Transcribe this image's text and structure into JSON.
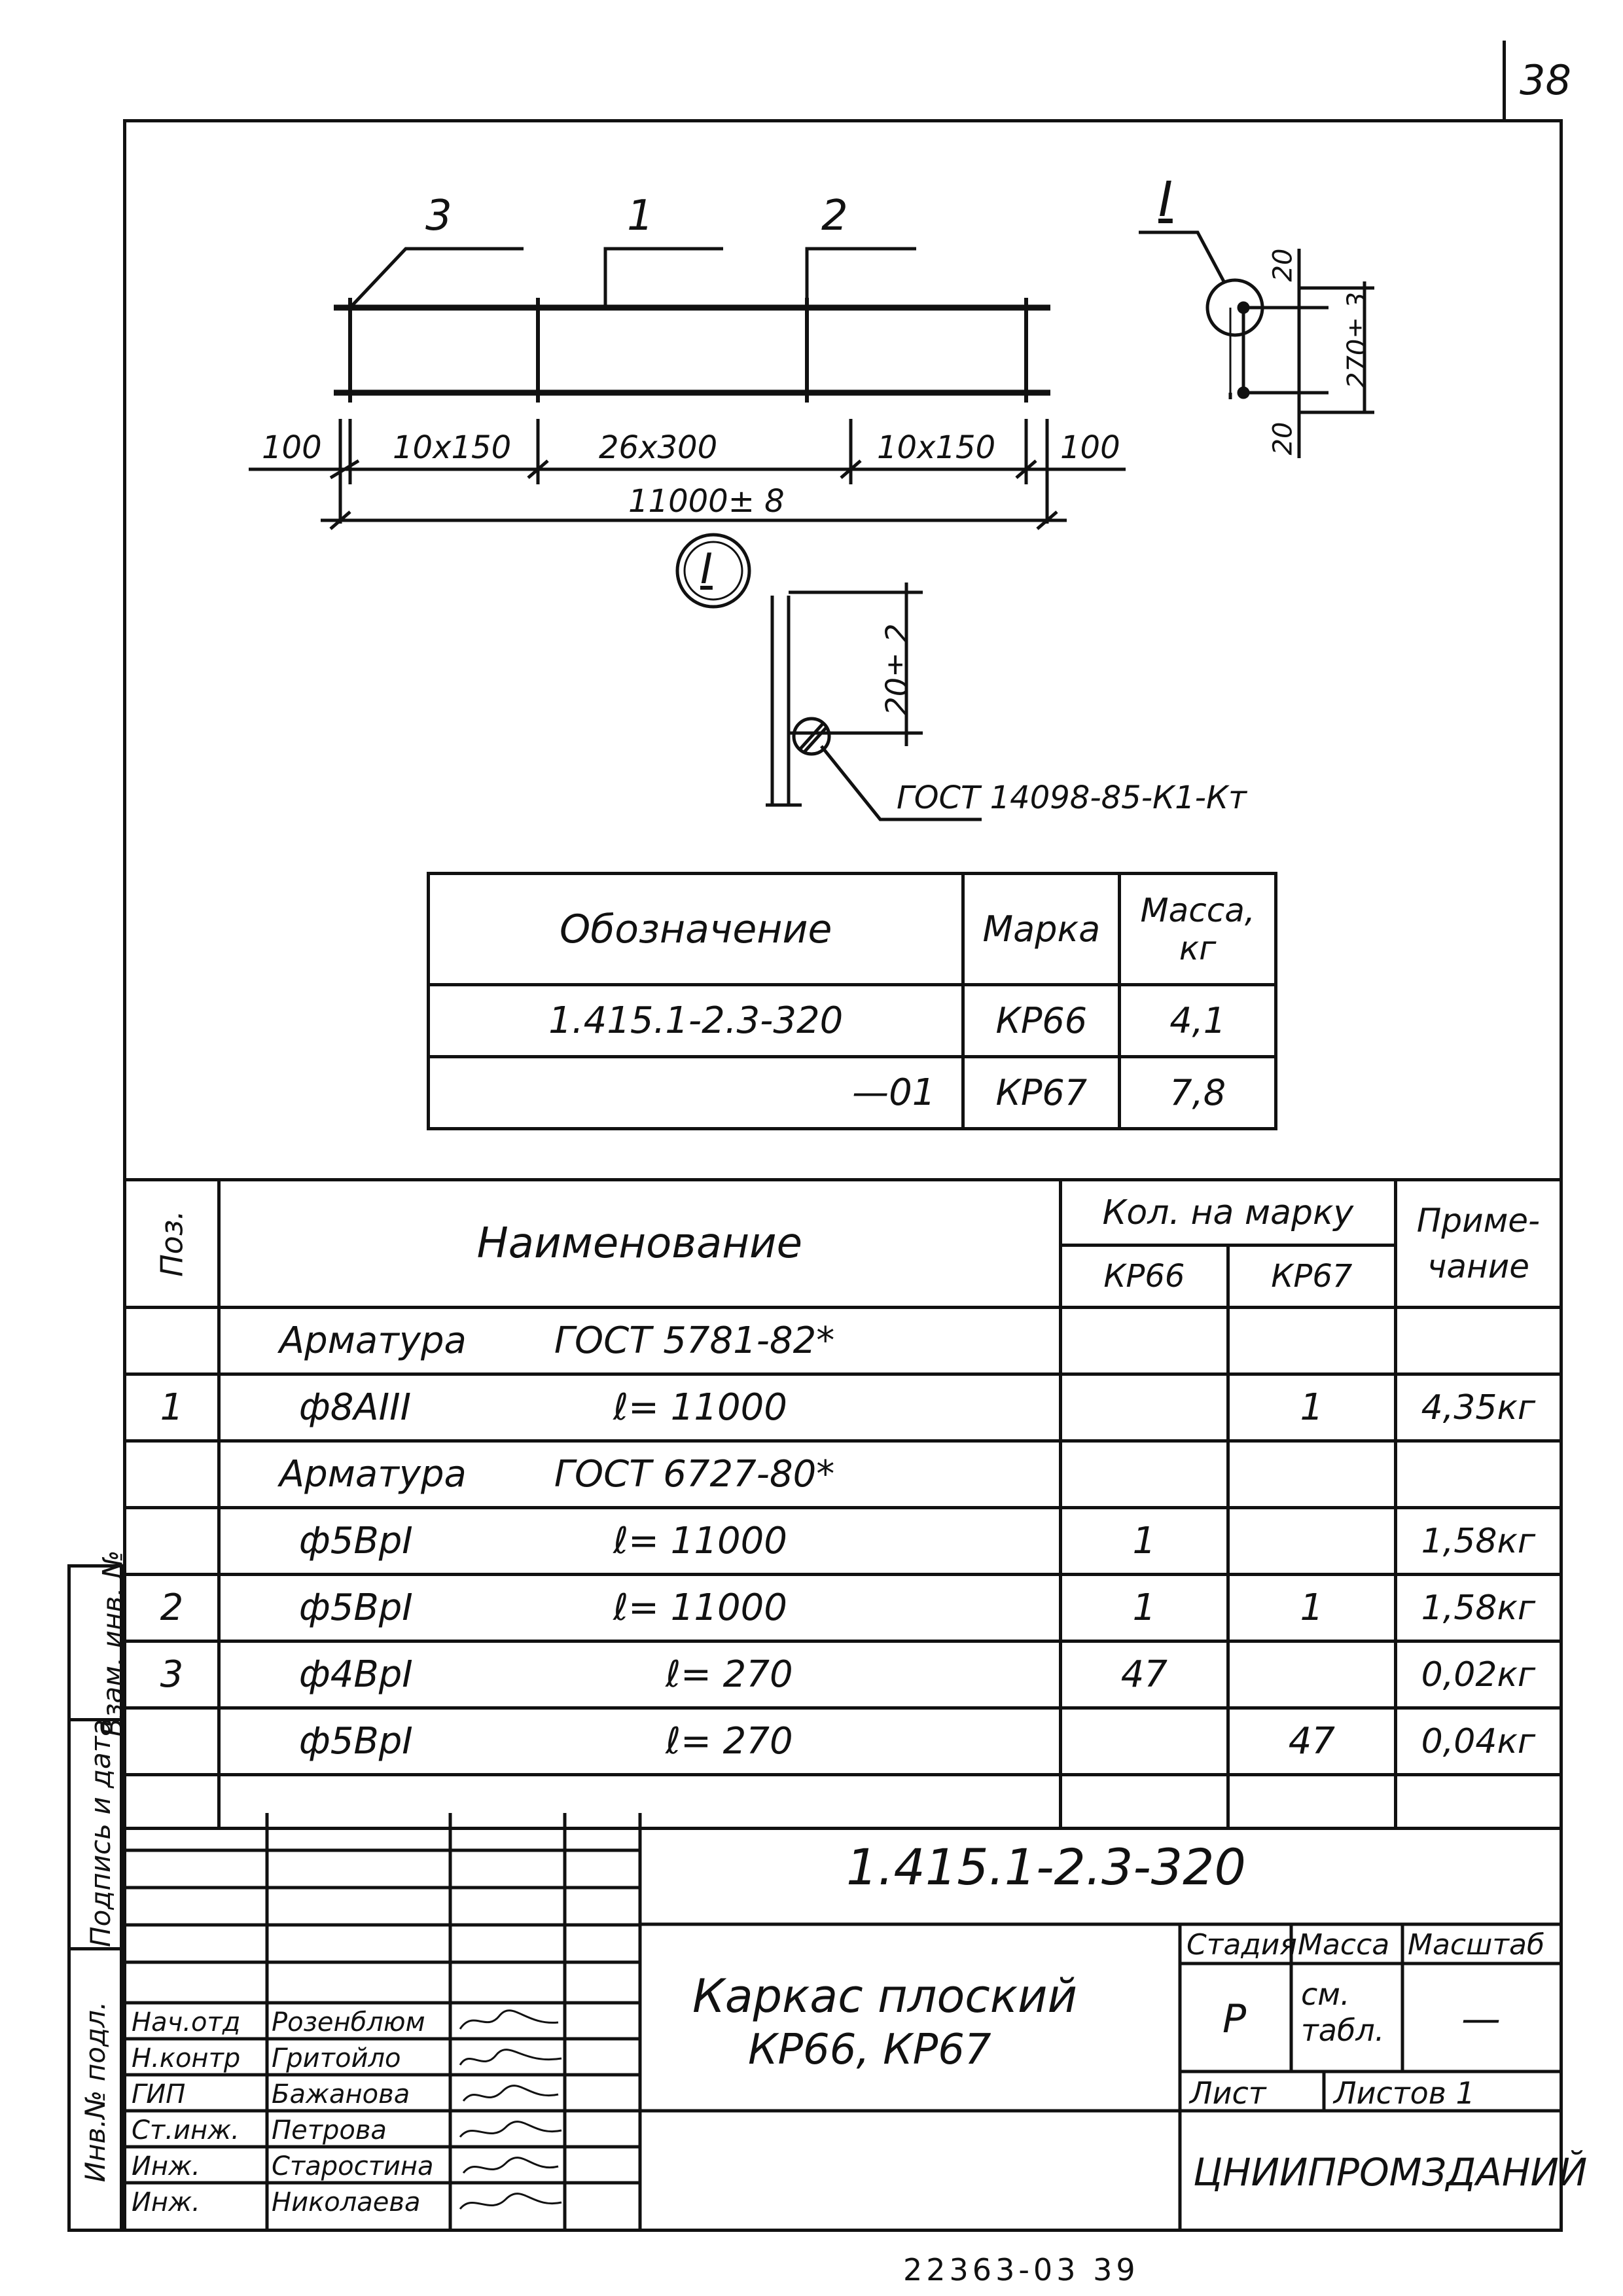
{
  "sheet_number": "38",
  "drawing": {
    "pos_labels": [
      "3",
      "1",
      "2"
    ],
    "section_mark": "I",
    "dims": [
      "100",
      "10x150",
      "26x300",
      "10x150",
      "100"
    ],
    "overall_dim": "11000± 8",
    "section_dims": [
      "20",
      "270± 3",
      "20"
    ],
    "detail_mark": "I",
    "detail_dim": "20± 2",
    "weld_note": "ГОСТ 14098-85-К1-Кт"
  },
  "marks_table": {
    "headers": [
      "Обозначение",
      "Марка",
      "Масса, кг"
    ],
    "rows": [
      {
        "designation": "1.415.1-2.3-320",
        "mark": "КР66",
        "mass": "4,1"
      },
      {
        "designation": "—01",
        "mark": "КР67",
        "mass": "7,8"
      }
    ]
  },
  "spec": {
    "header_pos": "Поз.",
    "header_name": "Наименование",
    "header_qty": "Кол. на марку",
    "header_kr66": "КР66",
    "header_kr67": "КР67",
    "header_note": "Приме- чание",
    "rows": [
      {
        "pos": "",
        "name": "Арматура",
        "detail": "ГОСТ 5781-82*",
        "kr66": "",
        "kr67": "",
        "note": ""
      },
      {
        "pos": "1",
        "name": "ф8АIII",
        "detail": "ℓ= 11000",
        "kr66": "",
        "kr67": "1",
        "note": "4,35кг"
      },
      {
        "pos": "",
        "name": "Арматура",
        "detail": "ГОСТ 6727-80*",
        "kr66": "",
        "kr67": "",
        "note": ""
      },
      {
        "pos": "",
        "name": "ф5ВрI",
        "detail": "ℓ= 11000",
        "kr66": "1",
        "kr67": "",
        "note": "1,58кг"
      },
      {
        "pos": "2",
        "name": "ф5ВрI",
        "detail": "ℓ= 11000",
        "kr66": "1",
        "kr67": "1",
        "note": "1,58кг"
      },
      {
        "pos": "3",
        "name": "ф4ВрI",
        "detail": "ℓ= 270",
        "kr66": "47",
        "kr67": "",
        "note": "0,02кг"
      },
      {
        "pos": "",
        "name": "ф5ВрI",
        "detail": "ℓ= 270",
        "kr66": "",
        "kr67": "47",
        "note": "0,04кг"
      },
      {
        "pos": "",
        "name": "",
        "detail": "",
        "kr66": "",
        "kr67": "",
        "note": ""
      }
    ]
  },
  "side_stamp": [
    "Инв.№ подл.",
    "Подпись и дата",
    "Взам. инв. №"
  ],
  "title_block": {
    "doc_code": "1.415.1-2.3-320",
    "title_line1": "Каркас плоский",
    "title_line2": "КР66, КР67",
    "stage_label": "Стадия",
    "mass_label": "Масса",
    "scale_label": "Масштаб",
    "stage_value": "Р",
    "mass_value": "см. табл.",
    "scale_value": "—",
    "sheet_label": "Лист",
    "sheets_label": "Листов 1",
    "org": "ЦНИИПРОМЗДАНИЙ",
    "people": [
      {
        "role": "Нач.отд",
        "name": "Розенблюм"
      },
      {
        "role": "Н.контр",
        "name": "Гритойло"
      },
      {
        "role": "ГИП",
        "name": "Бажанова"
      },
      {
        "role": "Ст.инж.",
        "name": "Петрова"
      },
      {
        "role": "Инж.",
        "name": "Старостина"
      },
      {
        "role": "Инж.",
        "name": "Николаева"
      }
    ]
  },
  "footer_number": "22363-03 39"
}
